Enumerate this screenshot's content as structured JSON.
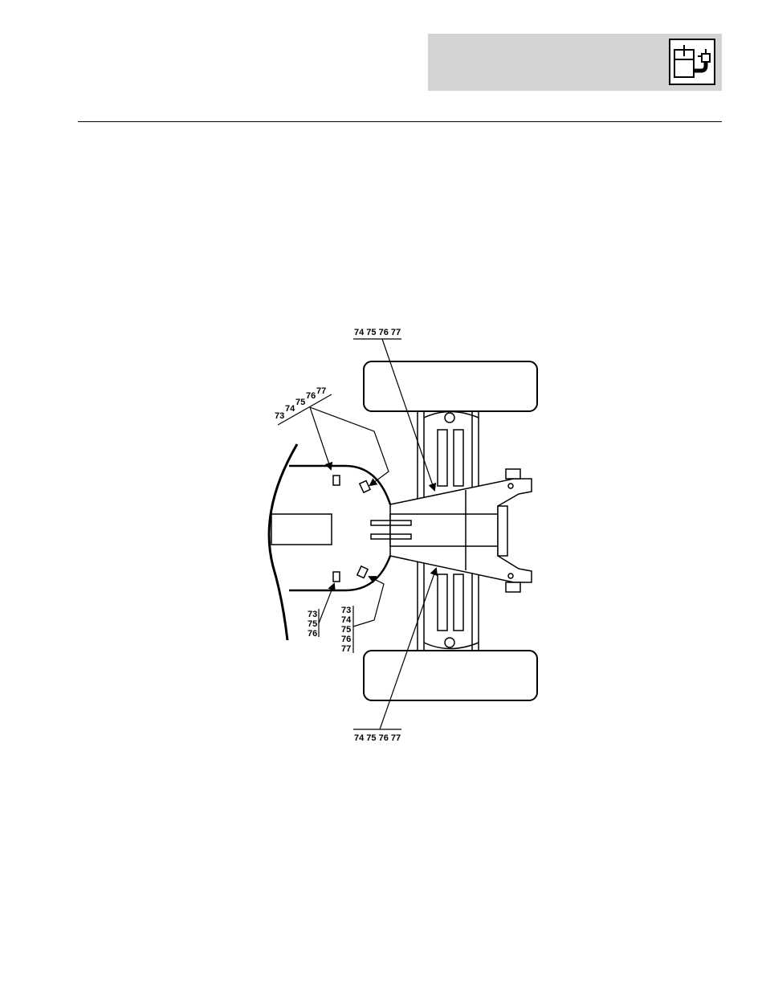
{
  "header": {
    "section_icon": "hydraulic-reservoir-icon",
    "background_color": "#d4d4d4"
  },
  "diagram": {
    "callouts": {
      "top_right": "74 75 76 77",
      "bottom_right": "74 75 76 77",
      "upper_left": [
        "73",
        "74",
        "75",
        "76",
        "77"
      ],
      "lower_left_a": [
        "73",
        "75",
        "76"
      ],
      "lower_left_b": [
        "73",
        "74",
        "75",
        "76",
        "77"
      ]
    }
  }
}
